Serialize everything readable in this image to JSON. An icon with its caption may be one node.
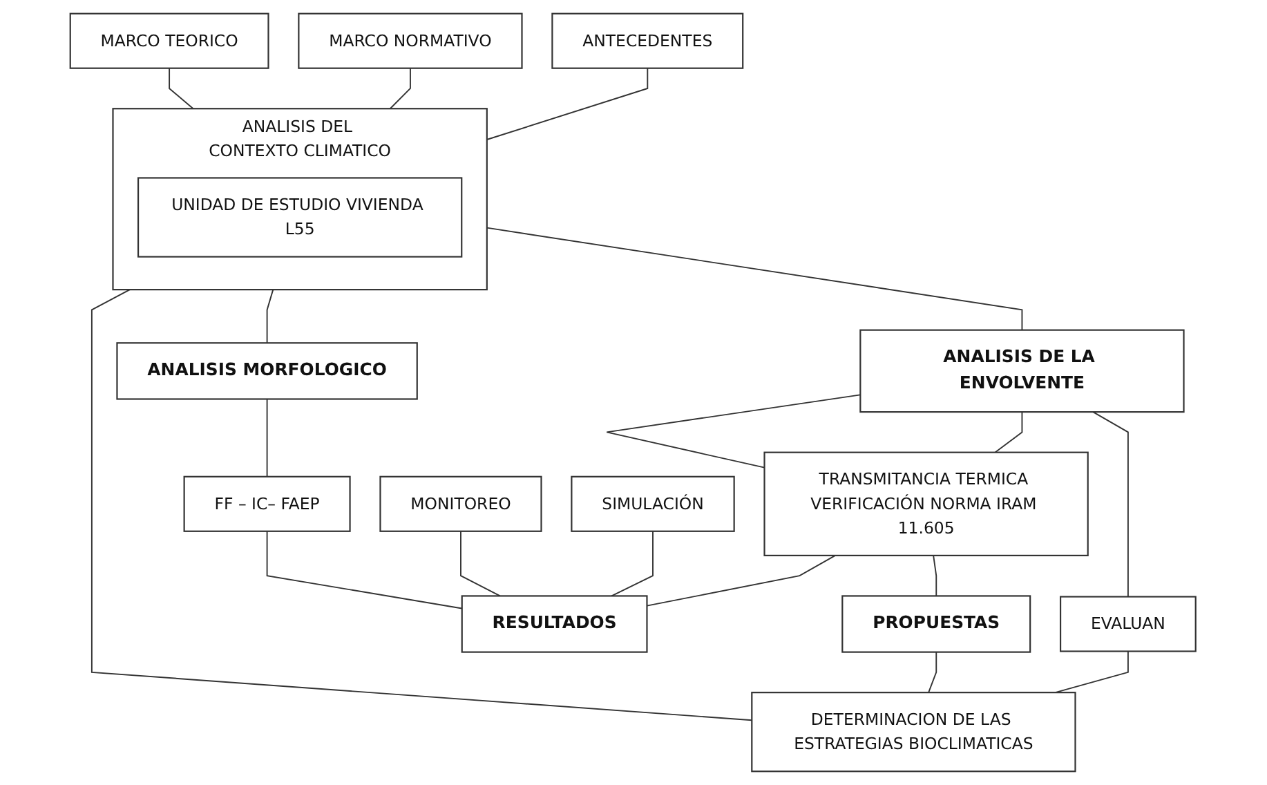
{
  "diagram": {
    "nodes": [
      {
        "text": [
          "MARCO TEORICO"
        ]
      },
      {
        "text": [
          "MARCO NORMATIVO"
        ]
      },
      {
        "text": [
          "ANTECEDENTES"
        ]
      },
      {
        "text": [
          "ANALISIS DEL CONTEXTO CLIMATICO"
        ]
      },
      {
        "text": [
          "UNIDAD DE ESTUDIO VIVIENDA L55"
        ],
        "in": 3
      },
      {
        "text": [
          "DETERMINACION DE LAS ESTRATEGIAS BIOCLIMATICAS"
        ]
      },
      {
        "text": [
          "ANALISIS MORFOLOGICO"
        ]
      },
      {
        "text": [
          "FF – IC– FAEP"
        ]
      },
      {
        "text": [
          "ANALISIS DE LA ENVOLVENTE"
        ]
      },
      {
        "text": [
          "TRANSMITANCIA TERMICA VERIFICACIÓN NORMA IRAM 11.605"
        ]
      },
      {
        "text": [
          "MONITOREO"
        ]
      },
      {
        "text": [
          "SIMULACIÓN"
        ]
      },
      {
        "text": [
          "EVALUAN"
        ]
      },
      {
        "text": [
          "RESULTADOS"
        ]
      },
      {
        "text": [
          "PROPUESTAS"
        ]
      }
    ],
    "edges": [
      {
        "from": 0,
        "to": 3,
        "arrow": "none"
      },
      {
        "from": 1,
        "to": 3,
        "arrow": "none"
      },
      {
        "from": 2,
        "to": 3,
        "arrow": "none"
      },
      {
        "from": 3,
        "to": 5,
        "arrow": "none"
      },
      {
        "from": 3,
        "to": 6,
        "arrow": "none"
      },
      {
        "from": 3,
        "to": 8,
        "arrow": "none"
      },
      {
        "from": 6,
        "to": 7,
        "arrow": "none"
      },
      {
        "from": 7,
        "to": 13,
        "arrow": "none"
      },
      {
        "from": 8,
        "to": 9,
        "arrow": "none"
      },
      {
        "from": 8,
        "to": 9,
        "arrow": "none"
      },
      {
        "from": 9,
        "to": 13,
        "arrow": "none"
      },
      {
        "from": 9,
        "to": 14,
        "arrow": "none"
      },
      {
        "from": 10,
        "to": 13,
        "arrow": "none"
      },
      {
        "from": 11,
        "to": 13,
        "arrow": "none"
      },
      {
        "from": 8,
        "to": 12,
        "arrow": "none"
      },
      {
        "from": 12,
        "to": 5,
        "arrow": "none"
      },
      {
        "from": 14,
        "to": 5,
        "arrow": "none"
      }
    ]
  }
}
